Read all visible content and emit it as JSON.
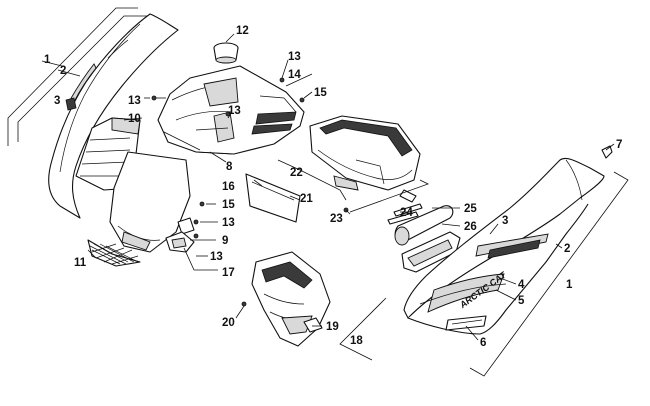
{
  "diagram": {
    "decal_text": "ARCTIC CAT",
    "callouts": [
      "1",
      "2",
      "3",
      "10",
      "12",
      "13",
      "13",
      "14",
      "15",
      "13",
      "8",
      "16",
      "15",
      "13",
      "9",
      "13",
      "17",
      "11",
      "21",
      "22",
      "23",
      "24",
      "25",
      "26",
      "7",
      "3",
      "2",
      "4",
      "5",
      "1",
      "6",
      "20",
      "19",
      "18"
    ]
  }
}
